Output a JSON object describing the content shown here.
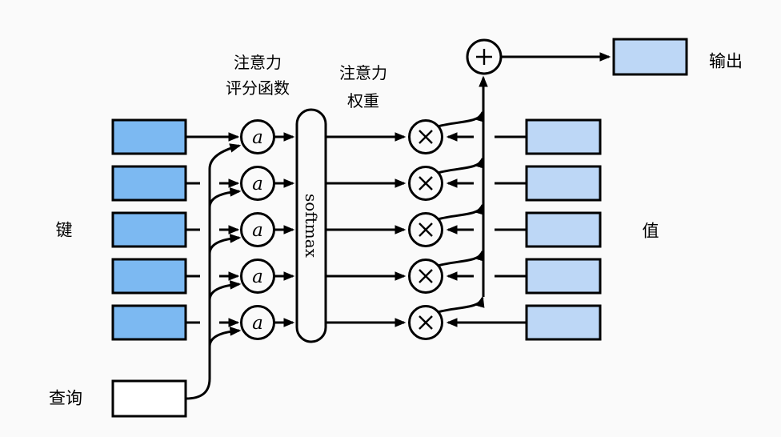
{
  "diagram": {
    "type": "attention-mechanism-diagram",
    "labels": {
      "keys": "键",
      "query": "查询",
      "values": "值",
      "output": "输出",
      "scoring_line1": "注意力",
      "scoring_line2": "评分函数",
      "weights_line1": "注意力",
      "weights_line2": "权重"
    },
    "nodes": {
      "softmax": "softmax",
      "scorer": "a",
      "multiply_symbol": "×",
      "sum_symbol": "+"
    },
    "counts": {
      "keys": 5,
      "values": 5,
      "scorers": 5,
      "multipliers": 5
    },
    "colors": {
      "key_fill": "#7CB9F2",
      "value_fill": "#BDD7F6",
      "output_fill": "#BDD7F6",
      "query_fill": "#FFFFFF",
      "background": "#FAFAFA",
      "line": "#000000"
    }
  }
}
